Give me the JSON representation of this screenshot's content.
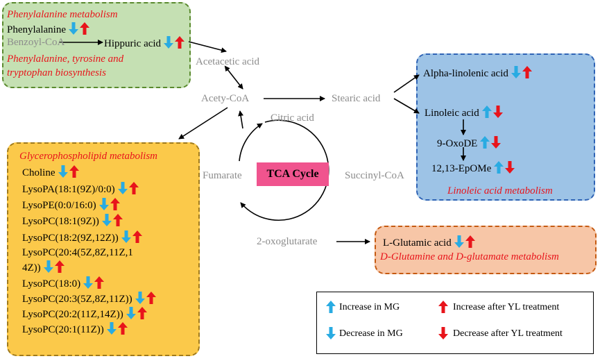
{
  "colors": {
    "up_mg": "#29abe2",
    "down_mg": "#29abe2",
    "up_yl": "#e8141b",
    "down_yl": "#e8141b",
    "phenyl_fill": "#c5e0b3",
    "phenyl_border": "#5a8a2e",
    "glycero_fill": "#fbc94a",
    "glycero_border": "#a07a1b",
    "linoleic_fill": "#9dc3e6",
    "linoleic_border": "#2f63b5",
    "glutamine_fill": "#f7c6a7",
    "glutamine_border": "#c55a11",
    "tca_fill": "#f0548e"
  },
  "phenyl": {
    "title": "Phenylalanine metabolism",
    "phenylalanine": "Phenylalanine",
    "benzoyl": "Benzoyl-CoA",
    "hippuric": "Hippuric acid",
    "subtitle_line1": "Phenylalanine, tyrosine and",
    "subtitle_line2": "tryptophan biosynthesis"
  },
  "center": {
    "acetacetic": "Acetacetic acid",
    "acetycoa": "Acety-CoA",
    "stearic": "Stearic acid",
    "citric": "Citric acid",
    "fumarate": "Fumarate",
    "tca": "TCA Cycle",
    "succinyl": "Succinyl-CoA",
    "oxoglutarate": "2-oxoglutarate"
  },
  "linoleic": {
    "alpha": "Alpha-linolenic acid",
    "linoleic_acid": "Linoleic acid",
    "oxode": "9-OxoDE",
    "epome": "12,13-EpOMe",
    "title": "Linoleic acid metabolism"
  },
  "glycero": {
    "title": "Glycerophospholipid metabolism",
    "items": [
      "Choline",
      "LysoPA(18:1(9Z)/0:0)",
      "LysoPE(0:0/16:0)",
      "LysoPC(18:1(9Z))",
      "LysoPC(18:2(9Z,12Z))",
      "LysoPC(20:4(5Z,8Z,11Z,1",
      "4Z))",
      "LysoPC(18:0)",
      "LysoPC(20:3(5Z,8Z,11Z))",
      "LysoPC(20:2(11Z,14Z))",
      "LysoPC(20:1(11Z))"
    ]
  },
  "glutamine": {
    "glutamic": "L-Glutamic acid",
    "title": "D-Glutamine and D-glutamate metabolism"
  },
  "legend": {
    "increase_mg": "Increase in MG",
    "decrease_mg": "Decrease in MG",
    "increase_yl": "Increase after YL treatment",
    "decrease_yl": "Decrease after YL treatment"
  }
}
